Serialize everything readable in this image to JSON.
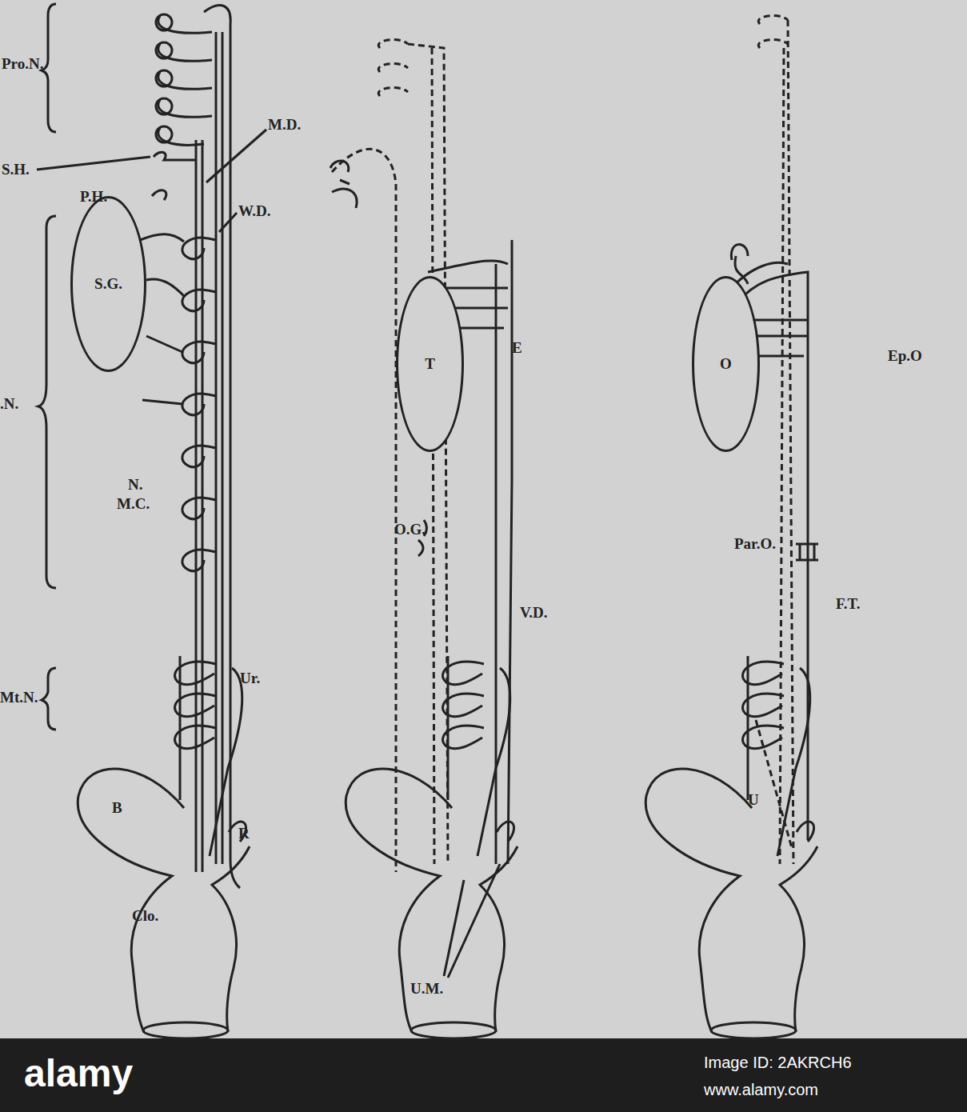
{
  "diagram": {
    "nodes": [
      {
        "text": [
          "S.G."
        ]
      },
      {
        "text": [
          "T"
        ]
      },
      {
        "text": [
          "O"
        ]
      }
    ],
    "labels": [
      "Pro.N.",
      "S.H.",
      "P.H.",
      "M.D.",
      "W.D.",
      ".N.",
      "N.",
      "M.C.",
      "Mt.N.",
      "Ur.",
      "B",
      "R",
      "Clo.",
      "E",
      "O.G.",
      "V.D.",
      "U.M.",
      "Ep.O",
      "Par.O.",
      "F.T.",
      "U",
      "alamy",
      "Image ID: 2AKRCH6",
      "www.alamy.com"
    ]
  }
}
